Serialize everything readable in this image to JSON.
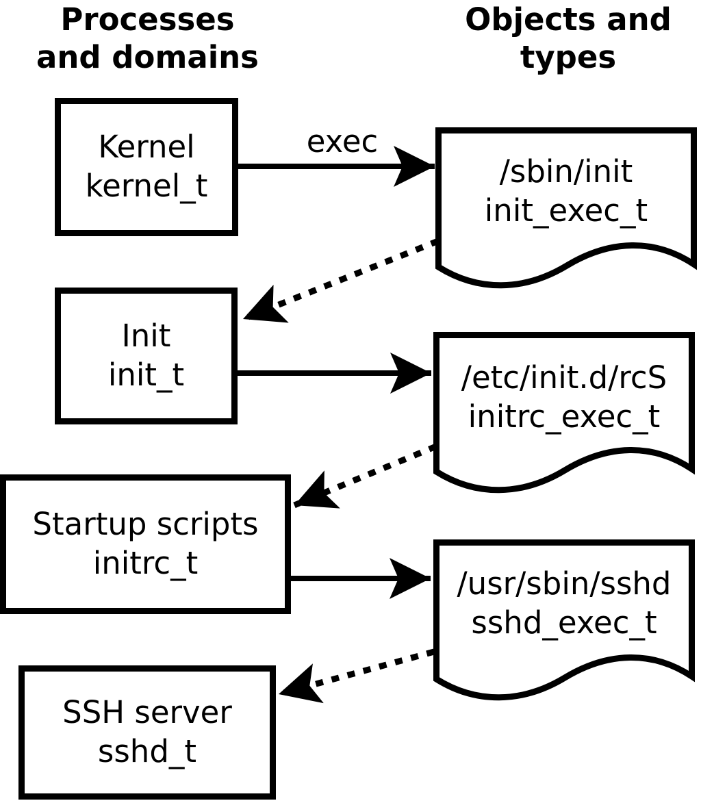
{
  "headers": {
    "left": "Processes and domains",
    "right": "Objects and types"
  },
  "nodes": {
    "kernel": {
      "title": "Kernel",
      "type": "kernel_t",
      "shape": "box"
    },
    "init": {
      "title": "Init",
      "type": "init_t",
      "shape": "box"
    },
    "initrc": {
      "title": "Startup scripts",
      "type": "initrc_t",
      "shape": "box"
    },
    "sshd": {
      "title": "SSH server",
      "type": "sshd_t",
      "shape": "box"
    },
    "init_exec": {
      "title": "/sbin/init",
      "type": "init_exec_t",
      "shape": "document"
    },
    "initrc_exec": {
      "title": "/etc/init.d/rcS",
      "type": "initrc_exec_t",
      "shape": "document"
    },
    "sshd_exec": {
      "title": "/usr/sbin/sshd",
      "type": "sshd_exec_t",
      "shape": "document"
    }
  },
  "edges": [
    {
      "from": "kernel",
      "to": "init_exec",
      "style": "solid",
      "label": "exec"
    },
    {
      "from": "init_exec",
      "to": "init",
      "style": "dotted",
      "label": ""
    },
    {
      "from": "init",
      "to": "initrc_exec",
      "style": "solid",
      "label": ""
    },
    {
      "from": "initrc_exec",
      "to": "initrc",
      "style": "dotted",
      "label": ""
    },
    {
      "from": "initrc",
      "to": "sshd_exec",
      "style": "solid",
      "label": ""
    },
    {
      "from": "sshd_exec",
      "to": "sshd",
      "style": "dotted",
      "label": ""
    }
  ],
  "colors": {
    "ink": "#000000",
    "background": "#ffffff"
  }
}
